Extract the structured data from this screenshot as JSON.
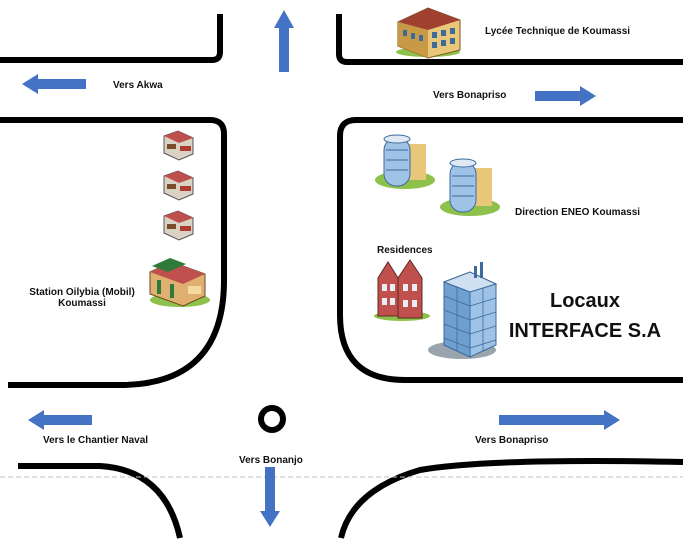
{
  "labels": {
    "lycee": "Lycée Technique de Koumassi",
    "vers_akwa": "Vers Akwa",
    "vers_bonapriso_top": "Vers Bonapriso",
    "direction_eneo": "Direction ENEO Koumassi",
    "residences": "Residences",
    "station_line1": "Station Oilybia (Mobil)",
    "station_line2": "Koumassi",
    "locaux_line1": "Locaux",
    "locaux_line2": "INTERFACE S.A",
    "vers_chantier": "Vers le Chantier Naval",
    "vers_bonanjo": "Vers Bonanjo",
    "vers_bonapriso_bottom": "Vers Bonapriso"
  },
  "colors": {
    "road": "#000000",
    "arrow": "#4472c4",
    "divider": "#bfbfbf",
    "building_red": "#c0504d",
    "building_tan": "#e8c77a",
    "glass_blue": "#9fc3e7",
    "lawn_green": "#8dc14b"
  },
  "icons": {
    "lycee": "school-building-icon",
    "shops": "small-shop-icon",
    "station": "gas-station-icon",
    "eneo": "office-tower-icon",
    "residences": "houses-icon",
    "interface": "skyscraper-icon",
    "roundabout": "roundabout-icon"
  }
}
